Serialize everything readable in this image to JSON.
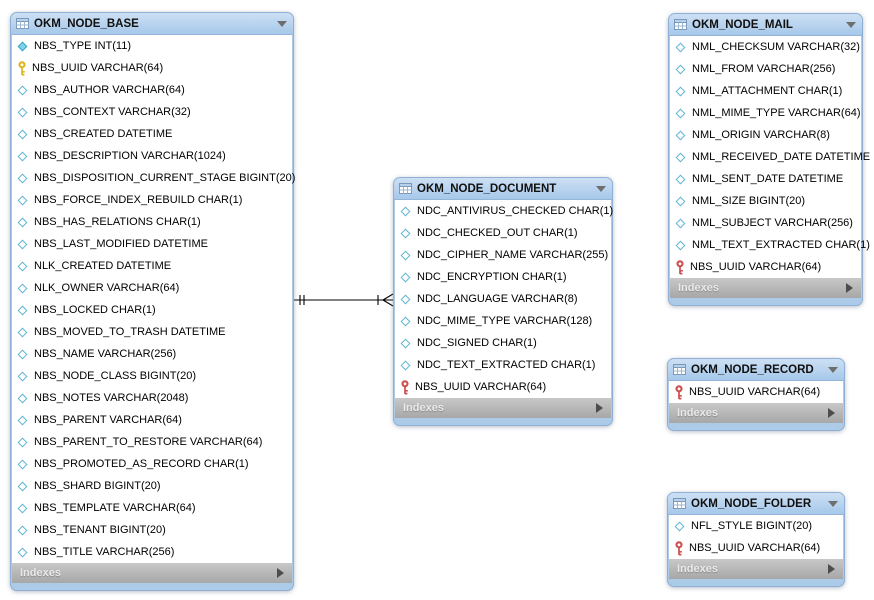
{
  "diagram_type": "database-eer-diagram",
  "footer_label": "Indexes",
  "colors": {
    "header_top": "#cde0f4",
    "header_bottom": "#a6c8ea",
    "table_frame": "#abcbe9",
    "footer_top": "#c8c8c8",
    "footer_bottom": "#a7a7a7",
    "diamond_outline": "#5fb6d3",
    "diamond_fill": "#7dd3ea",
    "primary_key": "#dfb41f",
    "foreign_key": "#cd4f4f",
    "relationship_line": "#000000"
  },
  "tables": [
    {
      "id": "okm_node_base",
      "title": "OKM_NODE_BASE",
      "footer_label": "Indexes",
      "columns": [
        {
          "key": "notnull",
          "label": "NBS_TYPE INT(11)"
        },
        {
          "key": "pk",
          "label": "NBS_UUID VARCHAR(64)"
        },
        {
          "key": "nullable",
          "label": "NBS_AUTHOR VARCHAR(64)"
        },
        {
          "key": "nullable",
          "label": "NBS_CONTEXT VARCHAR(32)"
        },
        {
          "key": "nullable",
          "label": "NBS_CREATED DATETIME"
        },
        {
          "key": "nullable",
          "label": "NBS_DESCRIPTION VARCHAR(1024)"
        },
        {
          "key": "nullable",
          "label": "NBS_DISPOSITION_CURRENT_STAGE BIGINT(20)"
        },
        {
          "key": "nullable",
          "label": "NBS_FORCE_INDEX_REBUILD CHAR(1)"
        },
        {
          "key": "nullable",
          "label": "NBS_HAS_RELATIONS CHAR(1)"
        },
        {
          "key": "nullable",
          "label": "NBS_LAST_MODIFIED DATETIME"
        },
        {
          "key": "nullable",
          "label": "NLK_CREATED DATETIME"
        },
        {
          "key": "nullable",
          "label": "NLK_OWNER VARCHAR(64)"
        },
        {
          "key": "nullable",
          "label": "NBS_LOCKED CHAR(1)"
        },
        {
          "key": "nullable",
          "label": "NBS_MOVED_TO_TRASH DATETIME"
        },
        {
          "key": "nullable",
          "label": "NBS_NAME VARCHAR(256)"
        },
        {
          "key": "nullable",
          "label": "NBS_NODE_CLASS BIGINT(20)"
        },
        {
          "key": "nullable",
          "label": "NBS_NOTES VARCHAR(2048)"
        },
        {
          "key": "nullable",
          "label": "NBS_PARENT VARCHAR(64)"
        },
        {
          "key": "nullable",
          "label": "NBS_PARENT_TO_RESTORE VARCHAR(64)"
        },
        {
          "key": "nullable",
          "label": "NBS_PROMOTED_AS_RECORD CHAR(1)"
        },
        {
          "key": "nullable",
          "label": "NBS_SHARD BIGINT(20)"
        },
        {
          "key": "nullable",
          "label": "NBS_TEMPLATE VARCHAR(64)"
        },
        {
          "key": "nullable",
          "label": "NBS_TENANT BIGINT(20)"
        },
        {
          "key": "nullable",
          "label": "NBS_TITLE VARCHAR(256)"
        }
      ]
    },
    {
      "id": "okm_node_document",
      "title": "OKM_NODE_DOCUMENT",
      "footer_label": "Indexes",
      "columns": [
        {
          "key": "nullable",
          "label": "NDC_ANTIVIRUS_CHECKED CHAR(1)"
        },
        {
          "key": "nullable",
          "label": "NDC_CHECKED_OUT CHAR(1)"
        },
        {
          "key": "nullable",
          "label": "NDC_CIPHER_NAME VARCHAR(255)"
        },
        {
          "key": "nullable",
          "label": "NDC_ENCRYPTION CHAR(1)"
        },
        {
          "key": "nullable",
          "label": "NDC_LANGUAGE VARCHAR(8)"
        },
        {
          "key": "nullable",
          "label": "NDC_MIME_TYPE VARCHAR(128)"
        },
        {
          "key": "nullable",
          "label": "NDC_SIGNED CHAR(1)"
        },
        {
          "key": "nullable",
          "label": "NDC_TEXT_EXTRACTED CHAR(1)"
        },
        {
          "key": "fkpk",
          "label": "NBS_UUID VARCHAR(64)"
        }
      ]
    },
    {
      "id": "okm_node_mail",
      "title": "OKM_NODE_MAIL",
      "footer_label": "Indexes",
      "columns": [
        {
          "key": "nullable",
          "label": "NML_CHECKSUM VARCHAR(32)"
        },
        {
          "key": "nullable",
          "label": "NML_FROM VARCHAR(256)"
        },
        {
          "key": "nullable",
          "label": "NML_ATTACHMENT CHAR(1)"
        },
        {
          "key": "nullable",
          "label": "NML_MIME_TYPE VARCHAR(64)"
        },
        {
          "key": "nullable",
          "label": "NML_ORIGIN VARCHAR(8)"
        },
        {
          "key": "nullable",
          "label": "NML_RECEIVED_DATE DATETIME"
        },
        {
          "key": "nullable",
          "label": "NML_SENT_DATE DATETIME"
        },
        {
          "key": "nullable",
          "label": "NML_SIZE BIGINT(20)"
        },
        {
          "key": "nullable",
          "label": "NML_SUBJECT VARCHAR(256)"
        },
        {
          "key": "nullable",
          "label": "NML_TEXT_EXTRACTED CHAR(1)"
        },
        {
          "key": "fkpk",
          "label": "NBS_UUID VARCHAR(64)"
        }
      ]
    },
    {
      "id": "okm_node_record",
      "title": "OKM_NODE_RECORD",
      "footer_label": "Indexes",
      "columns": [
        {
          "key": "fkpk",
          "label": "NBS_UUID VARCHAR(64)"
        }
      ]
    },
    {
      "id": "okm_node_folder",
      "title": "OKM_NODE_FOLDER",
      "footer_label": "Indexes",
      "columns": [
        {
          "key": "nullable",
          "label": "NFL_STYLE BIGINT(20)"
        },
        {
          "key": "fkpk",
          "label": "NBS_UUID VARCHAR(64)"
        }
      ]
    }
  ],
  "relationships": [
    {
      "from_table": "OKM_NODE_BASE",
      "to_table": "OKM_NODE_DOCUMENT",
      "from_cardinality": "exactly-one",
      "to_cardinality": "one-or-many"
    }
  ]
}
